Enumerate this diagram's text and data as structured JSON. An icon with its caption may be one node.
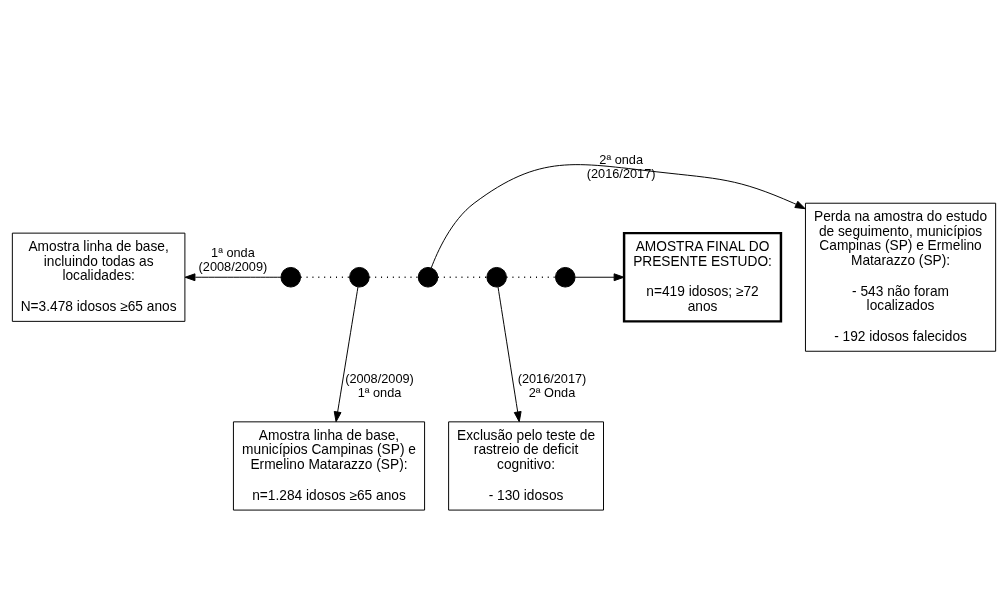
{
  "diagram": {
    "nodes": [
      {
        "text": [
          "Amostra linha de base, incluindo todas as localidades:",
          "N=3.478 idosos ≥65 anos"
        ]
      },
      {
        "text": [
          "Perda na amostra do estudo de seguimento, municípios Campinas (SP) e Ermelino Matarazzo (SP):",
          "- 543 não foram localizados",
          "- 192 idosos falecidos"
        ]
      },
      {
        "text": [
          "AMOSTRA FINAL DO PRESENTE ESTUDO:",
          "n=419 idosos; ≥72 anos"
        ]
      },
      {
        "text": [],
        "shape": "circle"
      },
      {
        "text": [],
        "shape": "circle"
      },
      {
        "text": [],
        "shape": "circle"
      },
      {
        "text": [],
        "shape": "circle"
      },
      {
        "text": [],
        "shape": "circle"
      },
      {
        "text": [
          "Amostra linha de base, municípios Campinas (SP) e Ermelino Matarazzo (SP):",
          "n=1.284 idosos ≥65 anos"
        ]
      },
      {
        "text": [
          "Exclusão pelo teste de rastreio de deficit cognitivo:",
          "- 130 idosos"
        ]
      }
    ],
    "edges": [
      {
        "from": 3,
        "to": 0,
        "arrow": "to",
        "label": "1ª onda (2008/2009)"
      },
      {
        "from": 4,
        "to": 8,
        "arrow": "to",
        "label": "(2008/2009) 1ª onda"
      },
      {
        "from": 5,
        "to": 1,
        "arrow": "to",
        "label": "2ª onda (2016/2017)"
      },
      {
        "from": 6,
        "to": 9,
        "arrow": "to",
        "label": "(2016/2017) 2ª Onda"
      },
      {
        "from": 3,
        "to": 4,
        "arrow": "none",
        "style": "dashed"
      },
      {
        "from": 4,
        "to": 5,
        "arrow": "none",
        "style": "dashed"
      },
      {
        "from": 5,
        "to": 6,
        "arrow": "none",
        "style": "dashed"
      },
      {
        "from": 6,
        "to": 7,
        "arrow": "none",
        "style": "dashed"
      },
      {
        "from": 7,
        "to": 2,
        "arrow": "to"
      }
    ]
  }
}
